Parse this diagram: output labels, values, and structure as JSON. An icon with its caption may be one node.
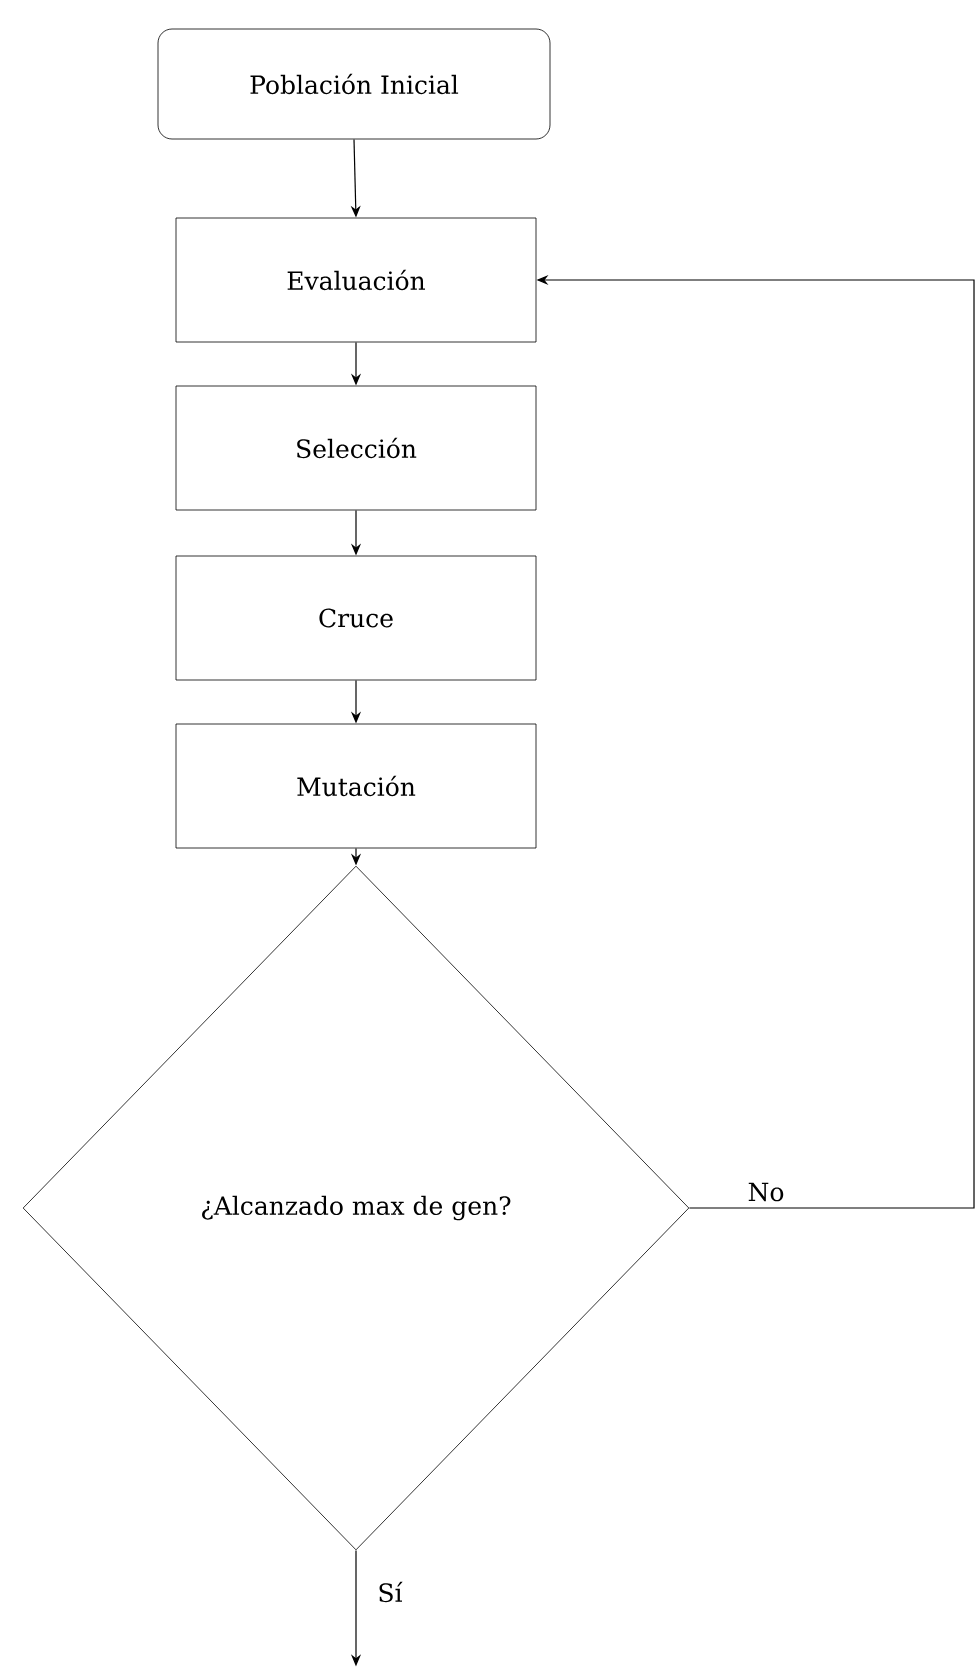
{
  "diagram": {
    "nodes": [
      {
        "text": [
          "Población Inicial"
        ]
      },
      {
        "text": [
          "Evaluación"
        ]
      },
      {
        "text": [
          "Selección"
        ]
      },
      {
        "text": [
          "Cruce"
        ]
      },
      {
        "text": [
          "Mutación"
        ]
      },
      {
        "text": [
          "¿Alcanzado max de gen?"
        ]
      }
    ],
    "edges": [
      {
        "from": 0,
        "to": 1,
        "arrow": "to"
      },
      {
        "from": 1,
        "to": 2,
        "arrow": "to"
      },
      {
        "from": 2,
        "to": 3,
        "arrow": "to"
      },
      {
        "from": 3,
        "to": 4,
        "arrow": "to"
      },
      {
        "from": 4,
        "to": 5,
        "arrow": "to"
      },
      {
        "from": 5,
        "to": 1,
        "arrow": "to",
        "label": "No"
      },
      {
        "from": 5,
        "to": null,
        "arrow": "to",
        "label": "Sí"
      }
    ]
  }
}
